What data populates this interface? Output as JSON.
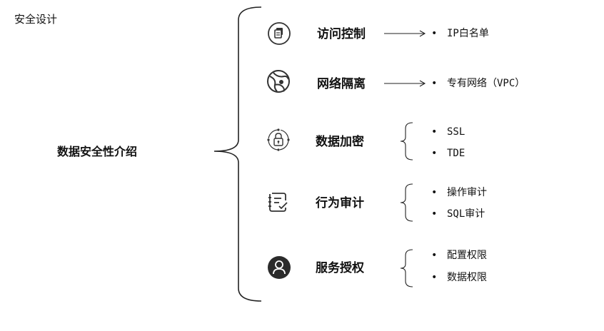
{
  "page_title": "安全设计",
  "root_label": "数据安全性介绍",
  "categories": [
    {
      "label": "访问控制",
      "icon": "file-cabinet-icon",
      "items": [
        "IP白名单"
      ]
    },
    {
      "label": "网络隔离",
      "icon": "globe-network-icon",
      "items": [
        "专有网络（VPC）"
      ]
    },
    {
      "label": "数据加密",
      "icon": "lock-circle-icon",
      "items": [
        "SSL",
        "TDE"
      ]
    },
    {
      "label": "行为审计",
      "icon": "audit-checklist-icon",
      "items": [
        "操作审计",
        "SQL审计"
      ]
    },
    {
      "label": "服务授权",
      "icon": "user-avatar-icon",
      "items": [
        "配置权限",
        "数据权限"
      ]
    }
  ],
  "bullet": "•",
  "colors": {
    "text": "#111111",
    "line": "#222222",
    "icon_fill": "#333333"
  }
}
